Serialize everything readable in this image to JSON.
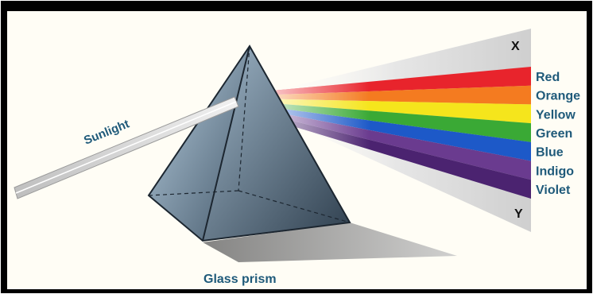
{
  "labels": {
    "sunlight": "Sunlight",
    "prism": "Glass prism",
    "screen_top": "X",
    "screen_bottom": "Y"
  },
  "spectrum": [
    {
      "name": "Red",
      "color": "#e8242c"
    },
    {
      "name": "Orange",
      "color": "#f47b20"
    },
    {
      "name": "Yellow",
      "color": "#f5e51c"
    },
    {
      "name": "Green",
      "color": "#3aa935"
    },
    {
      "name": "Blue",
      "color": "#1d59c8"
    },
    {
      "name": "Indigo",
      "color": "#6a3b8f"
    },
    {
      "name": "Violet",
      "color": "#4b2370"
    }
  ],
  "colors": {
    "frame": "#000000",
    "page": "#fffdf5",
    "label_text": "#1f5a7a",
    "band_label_text": "#1f5a7a",
    "xy_text": "#111111",
    "screen": "#d9d9d9",
    "prism_light": "#a9c0d2",
    "prism_dark": "#3b4c5c",
    "shadow": "#8c8c8c"
  }
}
